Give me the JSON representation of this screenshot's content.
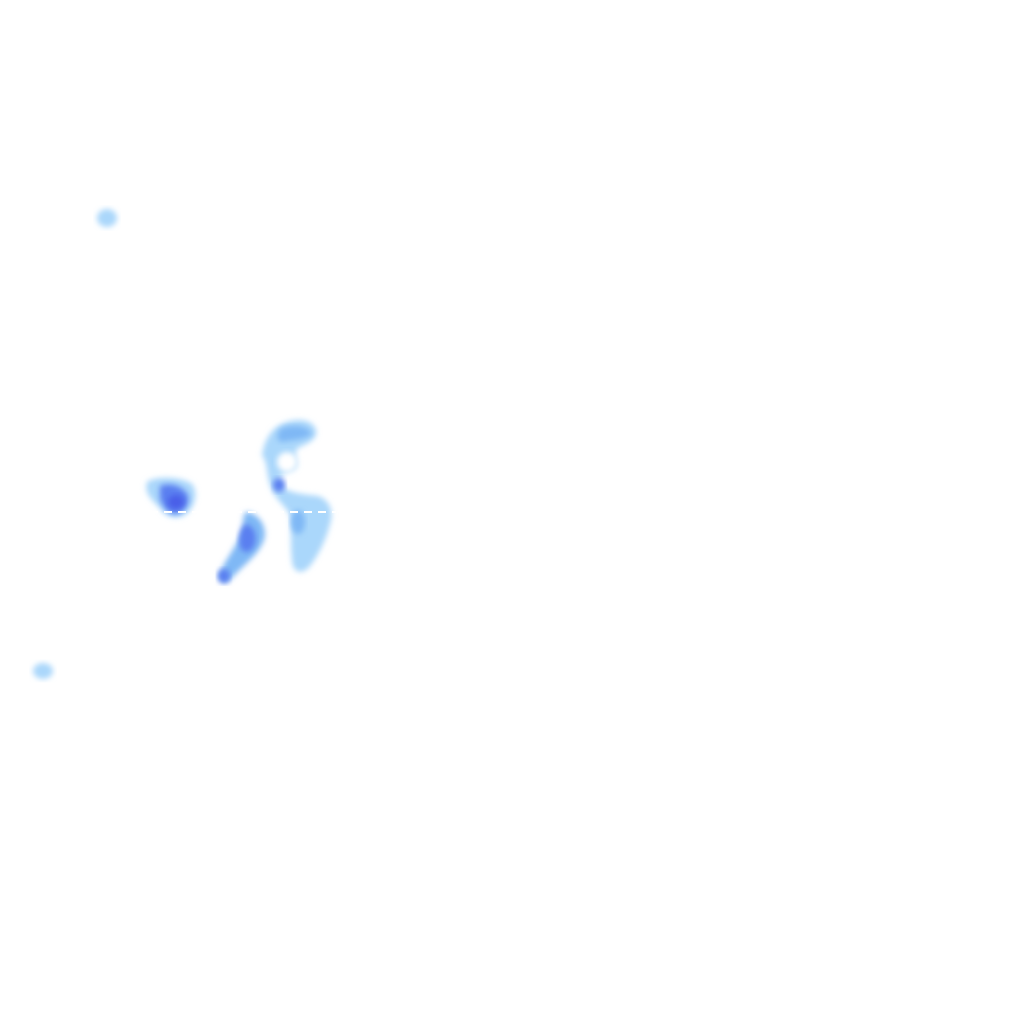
{
  "map": {
    "kind": "weather-radar-overlay",
    "labels": [],
    "palette": {
      "background": "#ffffff",
      "light": "#aad7fb",
      "medium": "#7fb8f5",
      "heavy": "#5a7ff0",
      "intense": "#4a5fe8",
      "boundary_line": "#ffffff"
    },
    "cells": [
      {
        "name": "echo-small-top-left",
        "intensity": "light"
      },
      {
        "name": "echo-left-cluster",
        "intensity": "intense"
      },
      {
        "name": "echo-center-south",
        "intensity": "heavy"
      },
      {
        "name": "echo-right-main",
        "intensity": "medium"
      },
      {
        "name": "echo-small-bottom-left",
        "intensity": "light"
      }
    ]
  }
}
